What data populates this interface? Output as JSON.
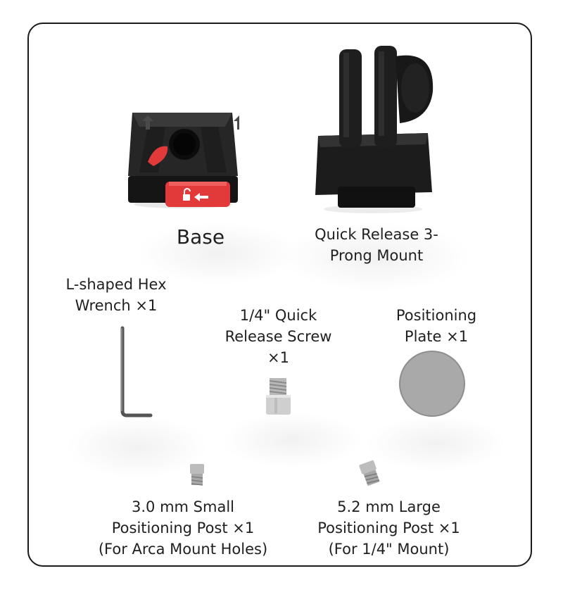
{
  "items": {
    "base": {
      "label": "Base"
    },
    "prong_mount": {
      "label": "Quick Release 3-\nProng Mount"
    },
    "hex_wrench": {
      "label": "L-shaped Hex\nWrench ×1"
    },
    "quick_screw": {
      "label": "1/4\" Quick\nRelease Screw\n×1"
    },
    "positioning_plate": {
      "label": "Positioning\nPlate ×1"
    },
    "small_post": {
      "label": "3.0 mm Small\nPositioning Post ×1\n(For Arca Mount Holes)"
    },
    "large_post": {
      "label": "5.2 mm Large\nPositioning Post ×1\n(For 1/4\" Mount)"
    }
  },
  "colors": {
    "frame": "#1a1a1a",
    "accent_red": "#e23a3a",
    "metal_black": "#1c1c1c",
    "plate_grey": "#a9a9a9"
  }
}
